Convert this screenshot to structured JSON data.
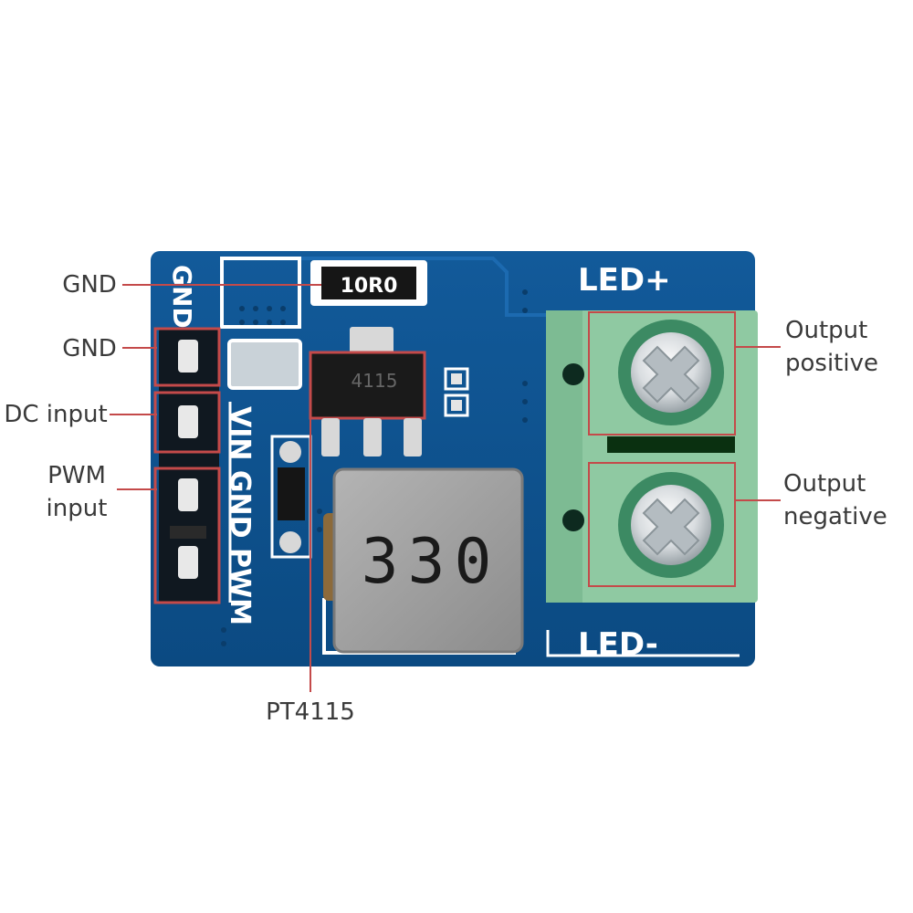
{
  "colors": {
    "pcb": "#0d4f8a",
    "pcb_dark": "#08406f",
    "silk": "#ffffff",
    "terminal": "#8fc9a2",
    "terminal_dark": "#5aa077",
    "callout_line": "#c44a4a",
    "inductor": "#9b9b9b"
  },
  "silkscreen": {
    "gnd": "GND",
    "vin_gnd_pwm": "VIN GND PWM",
    "led_plus": "LED+",
    "led_minus": "LED-"
  },
  "components": {
    "resistor_marking": "10R0",
    "ic_marking": "4115",
    "inductor_marking": "330"
  },
  "callouts": {
    "gnd_top": "GND",
    "gnd": "GND",
    "dc_input": "DC input",
    "pwm_input_line1": "PWM",
    "pwm_input_line2": "input",
    "ic_name": "PT4115",
    "output_positive_line1": "Output",
    "output_positive_line2": "positive",
    "output_negative_line1": "Output",
    "output_negative_line2": "negative"
  }
}
